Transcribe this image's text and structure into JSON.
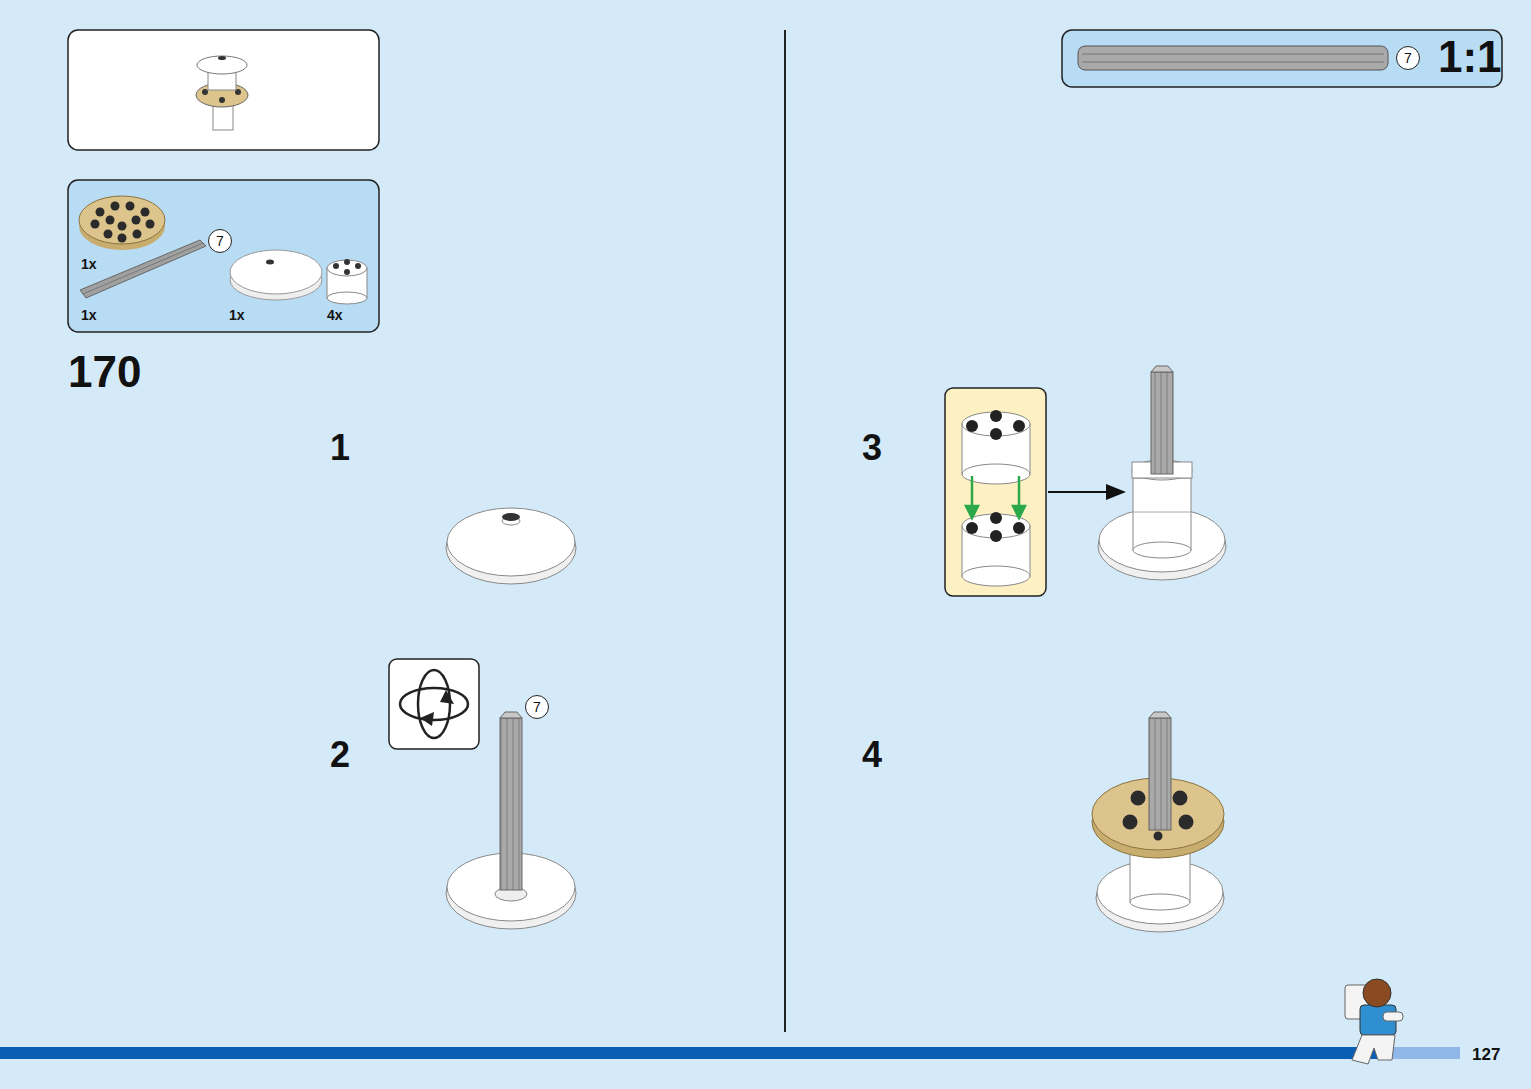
{
  "diagram": {
    "nodes": [
      {
        "text": [
          "1x",
          "1x",
          "1x",
          "4x"
        ]
      },
      {
        "text": [
          "7"
        ],
        "in": 0
      },
      {
        "text": [
          "7"
        ]
      },
      {
        "text": [
          "1:1"
        ]
      },
      {
        "text": [
          "7"
        ],
        "in": 3
      }
    ],
    "labels": [
      "170",
      "1",
      "2",
      "3",
      "4",
      "127"
    ]
  }
}
